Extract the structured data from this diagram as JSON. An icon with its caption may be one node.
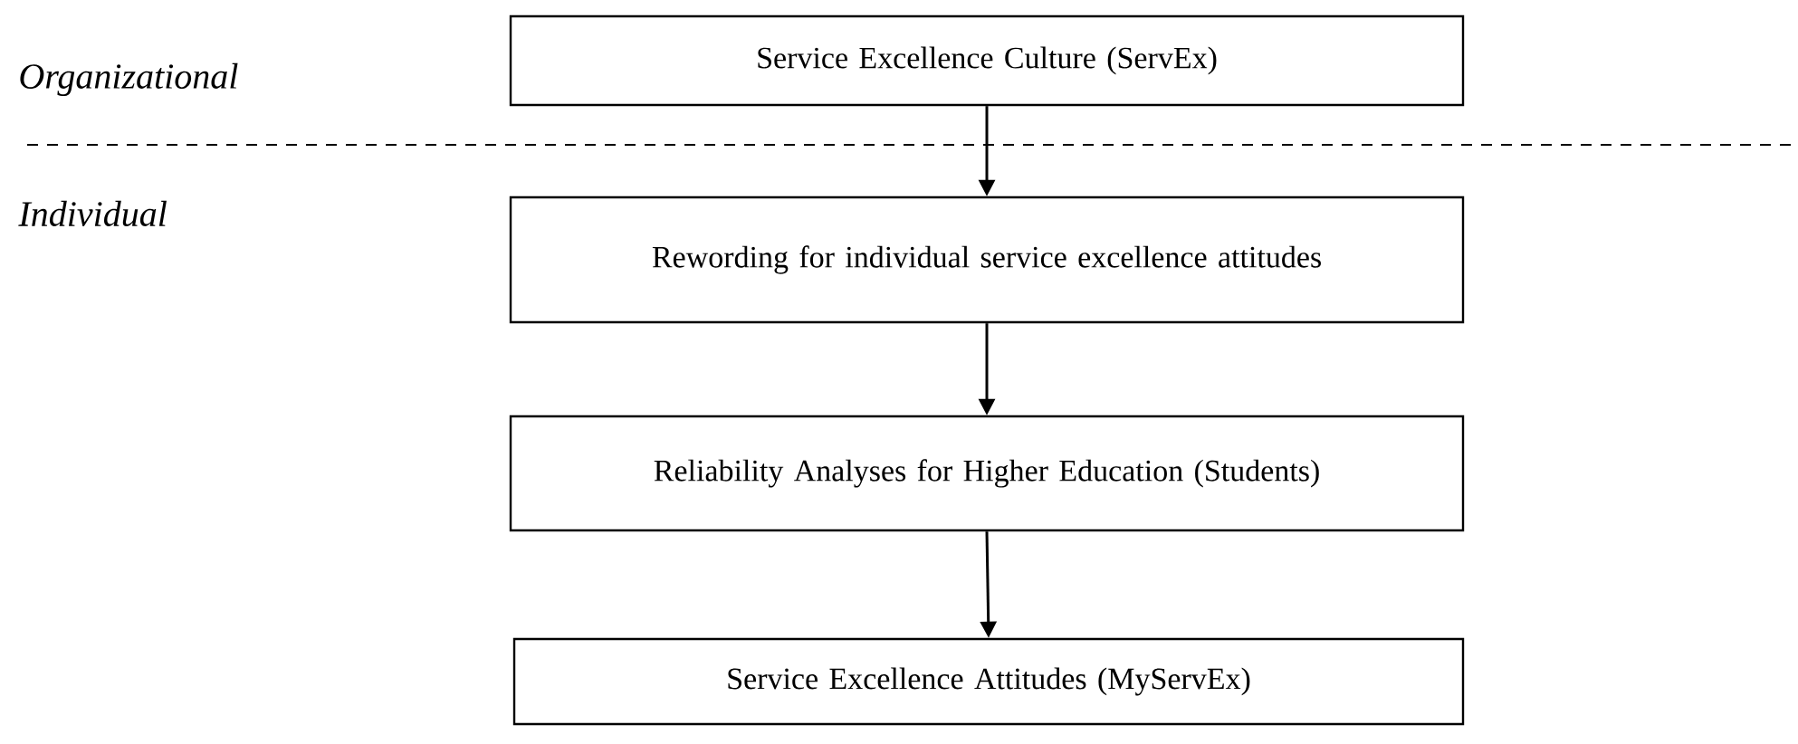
{
  "diagram": {
    "nodes": [
      {
        "text": [
          "Service Excellence Culture (ServEx)"
        ]
      },
      {
        "text": [
          "Rewording for individual service excellence attitudes"
        ]
      },
      {
        "text": [
          "Reliability Analyses for Higher Education (Students)"
        ]
      },
      {
        "text": [
          "Service Excellence Attitudes (MyServEx)"
        ]
      }
    ],
    "edges": [
      {
        "from": 0,
        "to": 1,
        "arrow": "to"
      },
      {
        "from": 1,
        "to": 2,
        "arrow": "to"
      },
      {
        "from": 2,
        "to": 3,
        "arrow": "to"
      }
    ],
    "labels": [
      "Organizational",
      "Individual"
    ]
  }
}
